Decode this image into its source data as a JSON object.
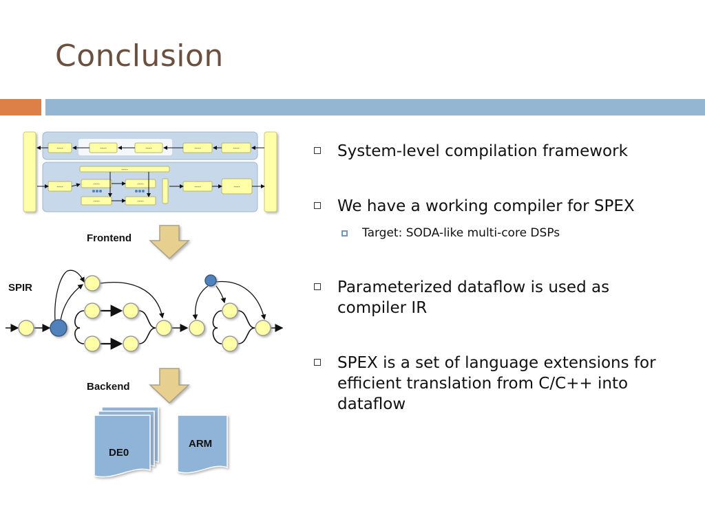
{
  "title": "Conclusion",
  "bullets": [
    "System-level compilation framework",
    "We have a working compiler for SPEX",
    "Parameterized dataflow is used as compiler IR",
    "SPEX is a set of language extensions for efficient translation from C/C++ into dataflow"
  ],
  "sub_bullets": [
    "Target: SODA-like multi-core DSPs"
  ],
  "diagram": {
    "frontend_label": "Frontend",
    "ir_label": "SPIR",
    "backend_label": "Backend",
    "outputs": [
      "DE0",
      "ARM"
    ],
    "block_placeholder": "----"
  },
  "colors": {
    "title": "#6b4f3f",
    "accent_orange": "#dd8047",
    "accent_blue": "#94b6d2",
    "node_yellow": "#ffffa8",
    "node_blue": "#4f81bd",
    "arrow_tan": "#e7cf8f",
    "doc_blue": "#8fb4d8"
  }
}
